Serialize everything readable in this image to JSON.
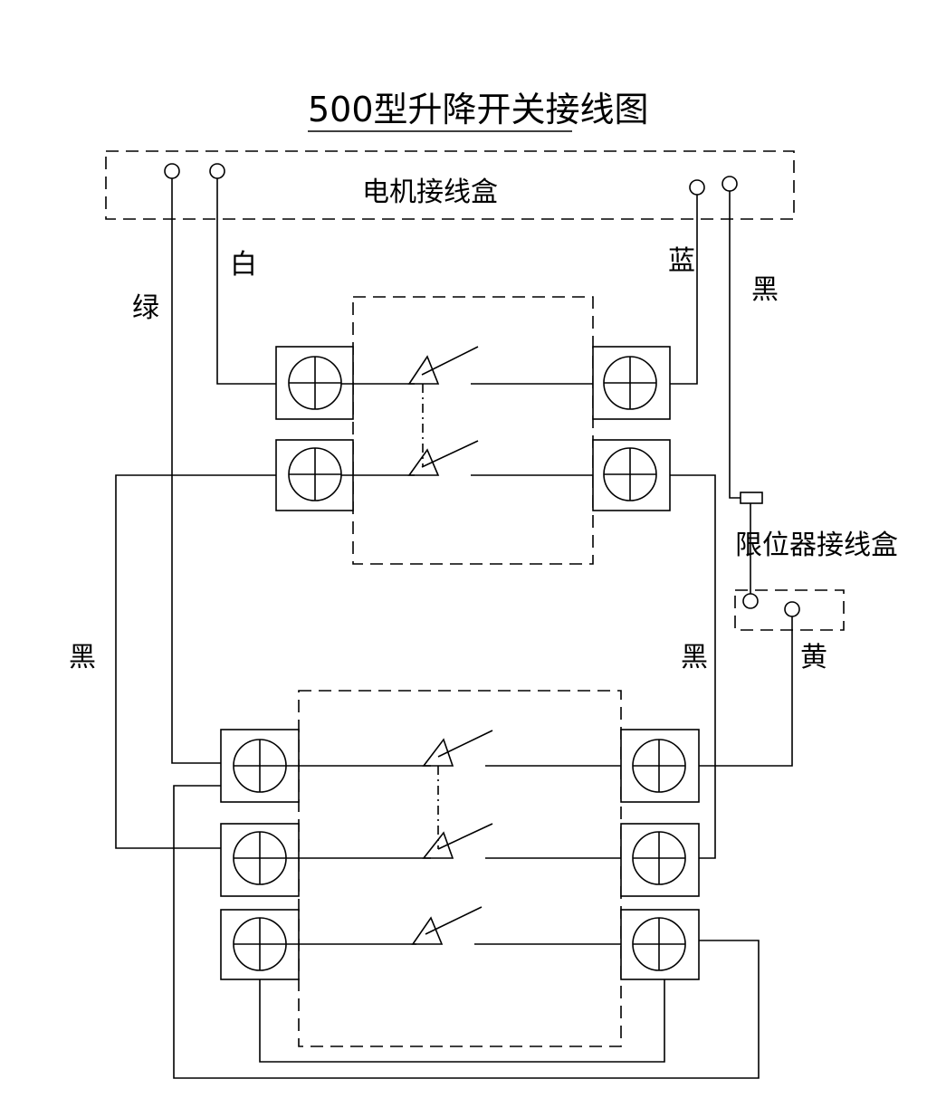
{
  "title": "500型升降开关接线图",
  "labels": {
    "motor_box": "电机接线盒",
    "limit_box": "限位器接线盒",
    "wire_green": "绿",
    "wire_white": "白",
    "wire_blue": "蓝",
    "wire_black_top_right": "黑",
    "wire_black_left": "黑",
    "wire_black_right": "黑",
    "wire_yellow": "黄"
  },
  "icons": {
    "terminal": "terminal-screw-icon",
    "switch_contact": "switch-contact-icon",
    "fuse": "limit-link-icon"
  }
}
